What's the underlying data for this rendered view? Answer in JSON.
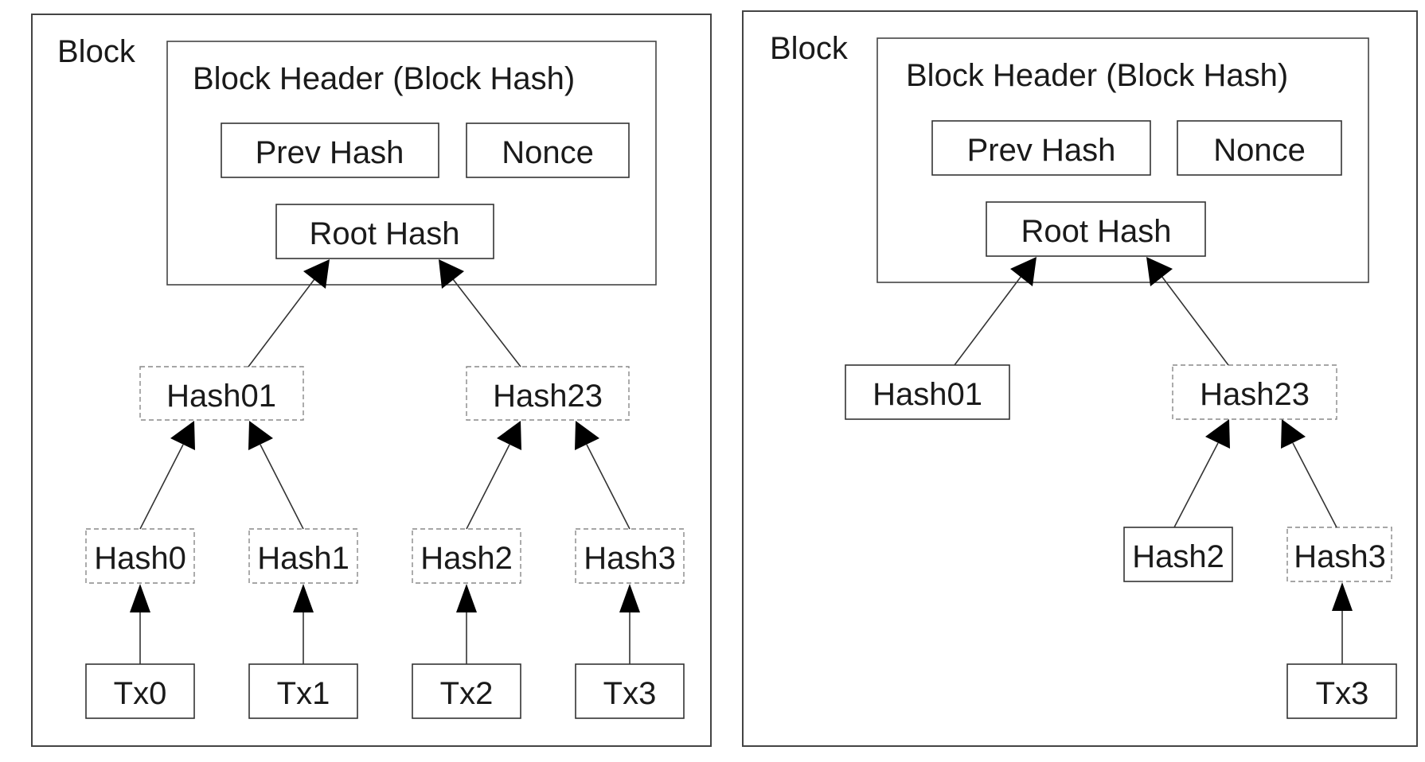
{
  "panels": [
    {
      "id": "left",
      "block_label": "Block",
      "header_title": "Block Header (Block Hash)",
      "prev_hash": "Prev Hash",
      "nonce": "Nonce",
      "root_hash": "Root Hash",
      "hash01": "Hash01",
      "hash23": "Hash23",
      "hash0": "Hash0",
      "hash1": "Hash1",
      "hash2": "Hash2",
      "hash3": "Hash3",
      "tx0": "Tx0",
      "tx1": "Tx1",
      "tx2": "Tx2",
      "tx3": "Tx3"
    },
    {
      "id": "right",
      "block_label": "Block",
      "header_title": "Block Header (Block Hash)",
      "prev_hash": "Prev Hash",
      "nonce": "Nonce",
      "root_hash": "Root Hash",
      "hash01": "Hash01",
      "hash23": "Hash23",
      "hash2": "Hash2",
      "hash3": "Hash3",
      "tx3": "Tx3"
    }
  ]
}
